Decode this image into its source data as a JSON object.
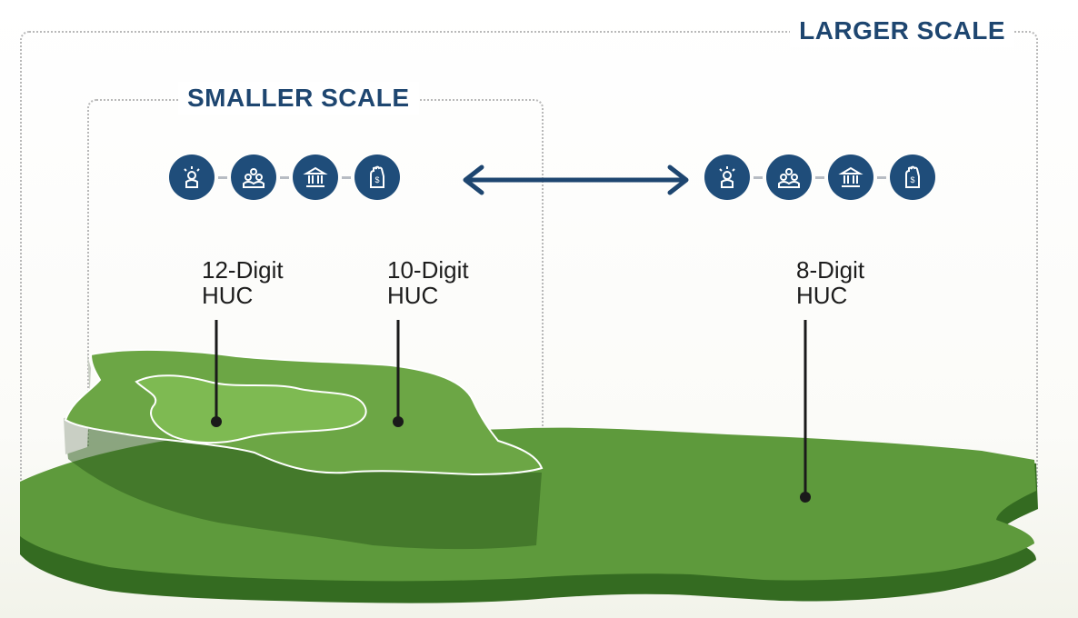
{
  "larger_scale_title": "LARGER SCALE",
  "smaller_scale_title": "SMALLER SCALE",
  "icons": [
    "person-alert-icon",
    "community-group-icon",
    "government-building-icon",
    "hand-money-icon"
  ],
  "arrow": "double-headed-arrow-icon",
  "huc_labels": [
    {
      "line1": "12-Digit",
      "line2": "HUC"
    },
    {
      "line1": "10-Digit",
      "line2": "HUC"
    },
    {
      "line1": "8-Digit",
      "line2": "HUC"
    }
  ],
  "colors": {
    "navy": "#1e4670",
    "icon_fill": "#1f4d7a",
    "land_top": "#5e9a3c",
    "land_side": "#346b21",
    "inner_top": "#74ae4a"
  }
}
